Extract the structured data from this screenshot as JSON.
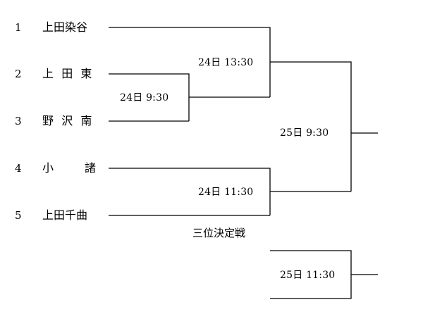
{
  "teams": [
    {
      "seed": "1",
      "name": "上田染谷"
    },
    {
      "seed": "2",
      "name": "上田東"
    },
    {
      "seed": "3",
      "name": "野沢南"
    },
    {
      "seed": "4",
      "name": "小諸"
    },
    {
      "seed": "5",
      "name": "上田千曲"
    }
  ],
  "matches": {
    "r1_2v3": "24日 9:30",
    "r2_1vw": "24日 13:30",
    "r2_4v5": "24日 11:30",
    "final": "25日 9:30",
    "third_place": "25日 11:30"
  },
  "third_place_label": "三位決定戦",
  "style": {
    "line_color": "#000000",
    "text_color": "#000000",
    "background": "#ffffff"
  }
}
